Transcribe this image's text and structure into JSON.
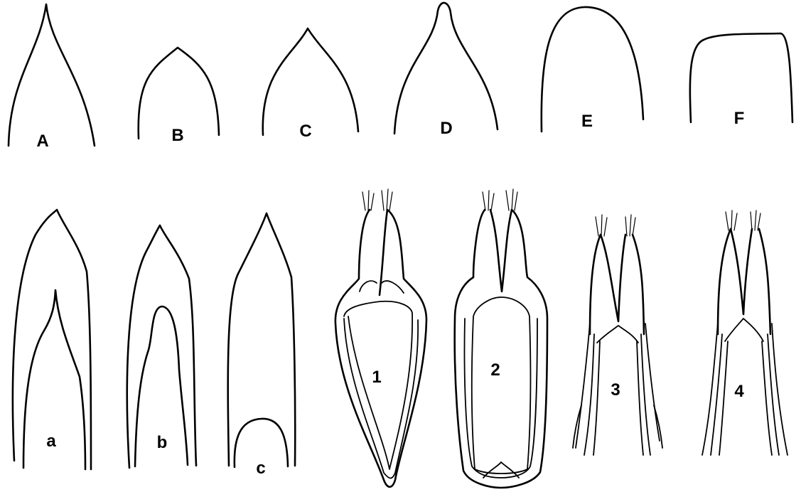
{
  "top_row": {
    "labels": [
      "A",
      "B",
      "C",
      "D",
      "E",
      "F"
    ]
  },
  "bottom_row": {
    "labels": [
      "a",
      "b",
      "c",
      "1",
      "2",
      "3",
      "4"
    ]
  },
  "colors": {
    "ink": "#000000",
    "background": "#ffffff"
  }
}
